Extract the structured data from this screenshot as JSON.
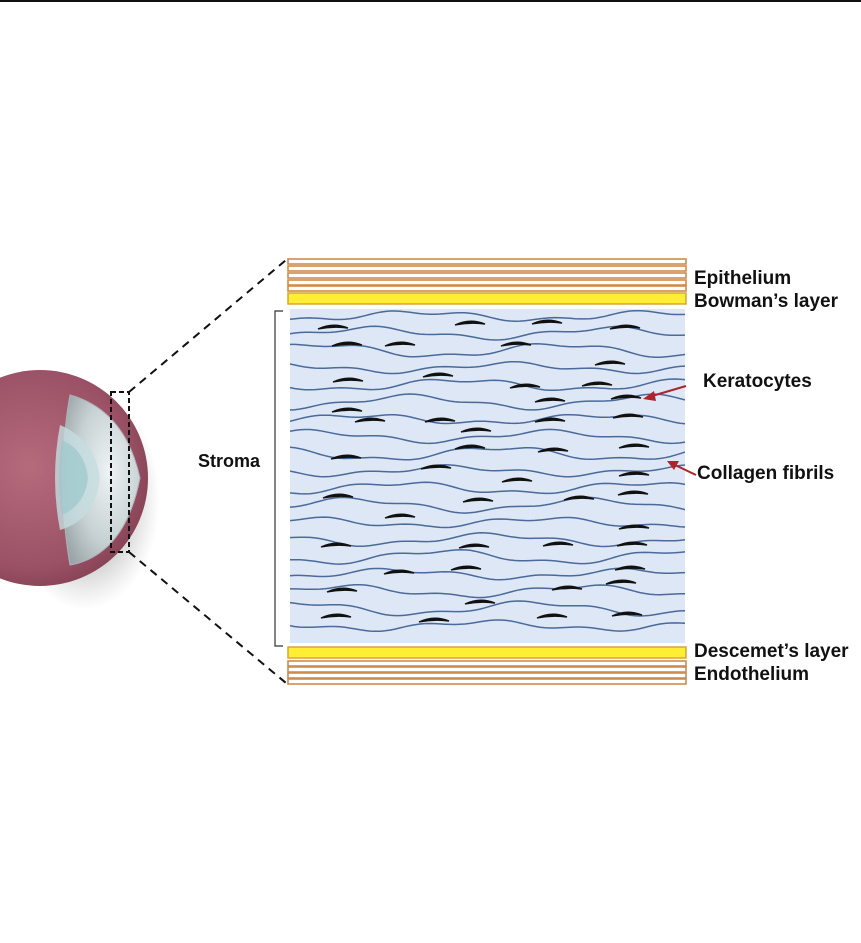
{
  "labels": {
    "epithelium": "Epithelium",
    "bowmans_layer": "Bowman’s layer",
    "keratocytes": "Keratocytes",
    "collagen_fibrils": "Collagen fibrils",
    "stroma": "Stroma",
    "descemets_layer": "Descemet’s layer",
    "endothelium": "Endothelium"
  },
  "colors": {
    "layer_line": "#d08a4a",
    "membrane_fill": "#ffee33",
    "membrane_stroke": "#d9a441",
    "stroma_bg": "#dde7f5",
    "fibril": "#4a6a9a",
    "keratocyte": "#111111",
    "arrow": "#b0232a",
    "eye_sclera": "#a0586a",
    "eye_cornea": "#c9d6d8"
  }
}
